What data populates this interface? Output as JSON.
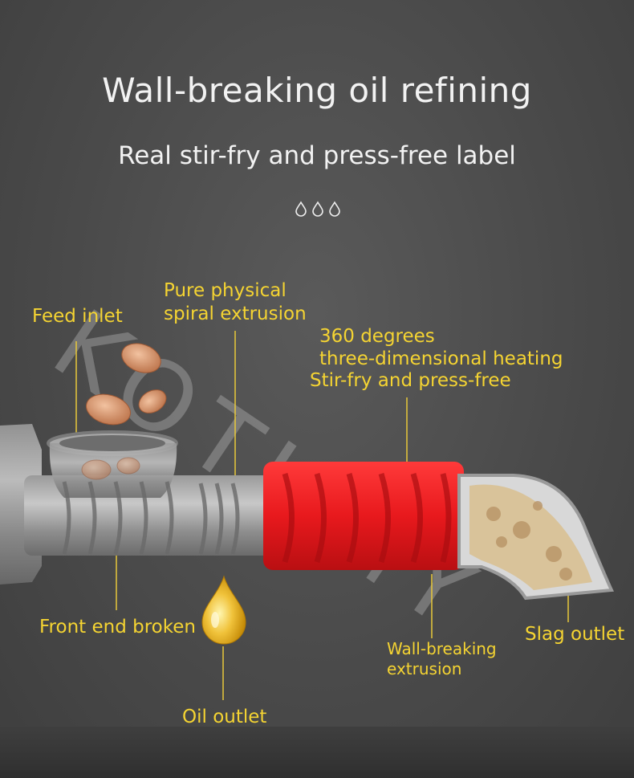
{
  "header": {
    "title": "Wall-breaking oil refining",
    "subtitle": "Real stir-fry and press-free label"
  },
  "watermark": "KOTUMY",
  "labels": {
    "feed_inlet": "Feed inlet",
    "spiral_line1": "Pure physical",
    "spiral_line2": "spiral extrusion",
    "heating_line1": "360 degrees",
    "heating_line2": "three-dimensional heating",
    "heating_line3": "Stir-fry and press-free",
    "front_end": "Front end broken",
    "oil_outlet": "Oil outlet",
    "wall_line1": "Wall-breaking",
    "wall_line2": "extrusion",
    "slag_outlet": "Slag outlet"
  },
  "colors": {
    "label": "#f5d432",
    "heater": "#e8191d",
    "oil": "#e0a712",
    "peanut": "#c9805a"
  },
  "icons": [
    "water-drop-icon",
    "water-drop-icon",
    "water-drop-icon",
    "oil-drop-icon",
    "peanut-icon"
  ]
}
